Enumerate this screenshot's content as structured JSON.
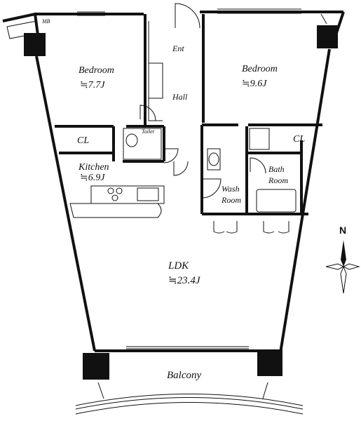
{
  "rooms": {
    "mb": "MB",
    "entrance": "Ent",
    "hall": "Hall",
    "bedroom_west": {
      "name": "Bedroom",
      "area": "≒7.7J"
    },
    "bedroom_east": {
      "name": "Bedroom",
      "area": "≒9.6J"
    },
    "closet_west": "CL",
    "closet_east": "CL",
    "toilet": "Toilet",
    "kitchen": {
      "name": "Kitchen",
      "area": "≒6.9J"
    },
    "bath_room": {
      "line1": "Bath",
      "line2": "Room"
    },
    "wash_room": {
      "line1": "Wash",
      "line2": "Room"
    },
    "ldk": {
      "name": "LDK",
      "area": "≒23.4J"
    },
    "balcony": "Balcony"
  },
  "compass": {
    "north": "N"
  }
}
